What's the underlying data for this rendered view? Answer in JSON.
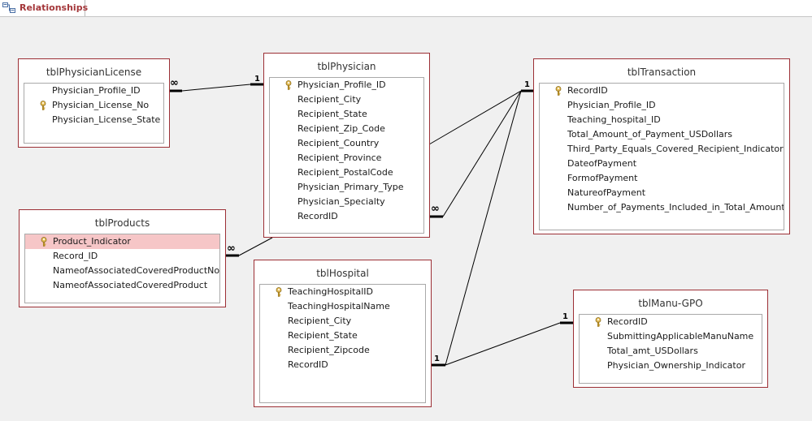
{
  "tab": {
    "label": "Relationships",
    "icon": "relationships-icon"
  },
  "colors": {
    "table_border": "#9c2f35",
    "selected_row": "#f6c6c7",
    "tab_text": "#a4373a",
    "key_icon": "#c89b2a"
  },
  "tables": {
    "license": {
      "name": "tblPhysicianLicense",
      "fields": [
        {
          "name": "Physician_Profile_ID",
          "key": false
        },
        {
          "name": "Physician_License_No",
          "key": true
        },
        {
          "name": "Physician_License_State",
          "key": false
        }
      ]
    },
    "physician": {
      "name": "tblPhysician",
      "fields": [
        {
          "name": "Physician_Profile_ID",
          "key": true
        },
        {
          "name": "Recipient_City",
          "key": false
        },
        {
          "name": "Recipient_State",
          "key": false
        },
        {
          "name": "Recipient_Zip_Code",
          "key": false
        },
        {
          "name": "Recipient_Country",
          "key": false
        },
        {
          "name": "Recipient_Province",
          "key": false
        },
        {
          "name": "Recipient_PostalCode",
          "key": false
        },
        {
          "name": "Physician_Primary_Type",
          "key": false
        },
        {
          "name": "Physician_Specialty",
          "key": false
        },
        {
          "name": "RecordID",
          "key": false
        }
      ]
    },
    "transaction": {
      "name": "tblTransaction",
      "fields": [
        {
          "name": "RecordID",
          "key": true
        },
        {
          "name": "Physician_Profile_ID",
          "key": false
        },
        {
          "name": "Teaching_hospital_ID",
          "key": false
        },
        {
          "name": "Total_Amount_of_Payment_USDollars",
          "key": false
        },
        {
          "name": "Third_Party_Equals_Covered_Recipient_Indicator",
          "key": false
        },
        {
          "name": "DateofPayment",
          "key": false
        },
        {
          "name": "FormofPayment",
          "key": false
        },
        {
          "name": "NatureofPayment",
          "key": false
        },
        {
          "name": "Number_of_Payments_Included_in_Total_Amount",
          "key": false
        }
      ]
    },
    "products": {
      "name": "tblProducts",
      "fields": [
        {
          "name": "Product_Indicator",
          "key": true,
          "selected": true
        },
        {
          "name": "Record_ID",
          "key": false
        },
        {
          "name": "NameofAssociatedCoveredProductNo",
          "key": false
        },
        {
          "name": "NameofAssociatedCoveredProduct",
          "key": false
        }
      ]
    },
    "hospital": {
      "name": "tblHospital",
      "fields": [
        {
          "name": "TeachingHospitalID",
          "key": true
        },
        {
          "name": "TeachingHospitalName",
          "key": false
        },
        {
          "name": "Recipient_City",
          "key": false
        },
        {
          "name": "Recipient_State",
          "key": false
        },
        {
          "name": "Recipient_Zipcode",
          "key": false
        },
        {
          "name": "RecordID",
          "key": false
        }
      ]
    },
    "manugpo": {
      "name": "tblManu-GPO",
      "fields": [
        {
          "name": "RecordID",
          "key": true
        },
        {
          "name": "SubmittingApplicableManuName",
          "key": false
        },
        {
          "name": "Total_amt_USDollars",
          "key": false
        },
        {
          "name": "Physician_Ownership_Indicator",
          "key": false
        }
      ]
    }
  },
  "cardinality": {
    "one": "1",
    "many": "∞"
  }
}
